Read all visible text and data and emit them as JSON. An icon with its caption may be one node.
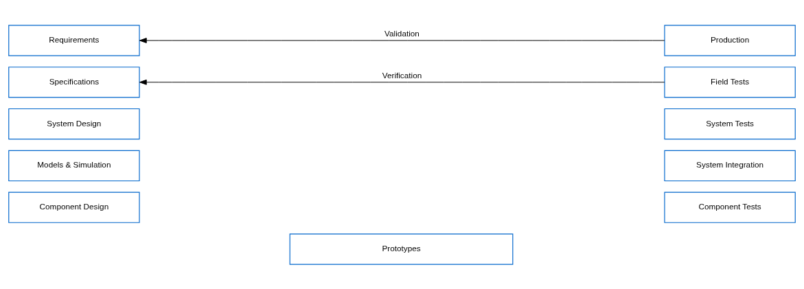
{
  "diagram": {
    "nodes": [
      {
        "text": [
          "Requirements"
        ]
      },
      {
        "text": [
          "Production"
        ]
      },
      {
        "text": [
          "Specifications"
        ]
      },
      {
        "text": [
          "Field Tests"
        ]
      },
      {
        "text": [
          "System Design"
        ]
      },
      {
        "text": [
          "System Tests"
        ]
      },
      {
        "text": [
          "Models & Simulation"
        ]
      },
      {
        "text": [
          "System Integration"
        ]
      },
      {
        "text": [
          "Component Design"
        ]
      },
      {
        "text": [
          "Component Tests"
        ]
      },
      {
        "text": [
          "Prototypes"
        ]
      }
    ],
    "edges": [
      {
        "from": 1,
        "to": 0,
        "arrow": "to",
        "label": "Validation"
      },
      {
        "from": 3,
        "to": 2,
        "arrow": "to",
        "label": "Verification"
      }
    ]
  }
}
